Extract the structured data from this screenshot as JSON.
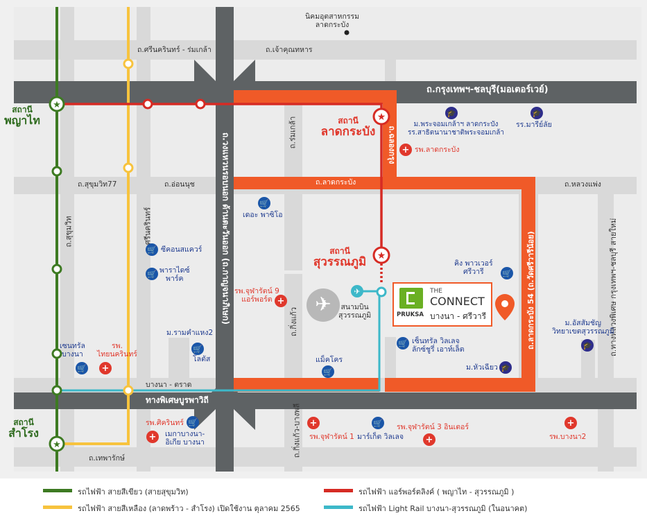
{
  "labels": {
    "industrial_estate": "นิคมอุตสาหกรรม\nลาดกระบัง",
    "srinakarin_romklao": "ถ.ศรีนครินทร์ - ร่มเกล้า",
    "chaokhun_thahan": "ถ.เจ้าคุณทหาร",
    "motorway": "ถ.กรุงเทพฯ-ชลบุรี(มอเตอร์เวย์)",
    "romklao": "ถ.ร่มเกล้า",
    "lat_krabang_rd_vertical": "ถ.ฉลองกรุง",
    "east_ring": "ถ.วงแหวนรอบนอก ด้านตะวันออก (ถ.กาญจนาภิเษก)",
    "sukhumvit77": "ถ.สุขุมวิท77",
    "on_nut": "ถ.อ่อนนุช",
    "lat_krabang_rd": "ถ.ลาดกระบัง",
    "luang_phaeng": "ถ.หลวงแพ่ง",
    "sukhumvit": "ถ.สุขุมวิท",
    "srinakarin": "ถ.ศรีนครินทร์",
    "lat_krabang_54": "ถ.ลาดกระบัง 54 (ถ.วัดศรีวารีน้อย)",
    "krungthep_chonburi_new": "ถ.ทางหลวงพิเศษ กรุงเทพฯ-ชลบุรี สายใหม่",
    "king_kaeo": "ถ.กิ่งแก้ว",
    "king_kaeo_bang_phli": "ถ.กิ่งแก้ว-บางพลี",
    "bangna_trat": "บางนา - ตราด",
    "burapha_withi": "ทางพิเศษบูรพาวิถี",
    "thepharak": "ถ.เทพารักษ์"
  },
  "stations": {
    "phaya_thai": {
      "top": "สถานี",
      "name": "พญาไท"
    },
    "lat_krabang": {
      "top": "สถานี",
      "name": "ลาดกระบัง"
    },
    "suvarnabhumi": {
      "top": "สถานี",
      "name": "สุวรรณภูมิ"
    },
    "samrong": {
      "top": "สถานี",
      "name": "สำโรง"
    }
  },
  "places": {
    "kmitl": "ม.พระจอมเกล้าฯ ลาดกระบัง\nรร.สาธิตนานาชาติพระจอมเกล้า",
    "mariasai": "รร.มารีย์ลัย",
    "lat_krabang_hospital": "รพ.ลาดกระบัง",
    "the_paseo": "เดอะ พาซิโอ",
    "seacon": "ซีคอนสแควร์",
    "paradise": "พาราไดซ์\nพาร์ค",
    "chularat9": "รพ.จุฬารัตน์ 9\nแอร์พอร์ต",
    "suvarnabhumi_airport": "สนามบิน\nสุวรรณภูมิ",
    "king_power": "คิง พาวเวอร์\nศรีวารี",
    "assumption": "ม.อัสสัมชัญ\nวิทยาเขตสุวรรณภูมิ",
    "ramkhamhaeng2": "ม.รามคำแหง2",
    "lotus": "โลตัส",
    "central_bangna": "เซนทรัล\nบางนา",
    "thainakarin": "รพ.\nไทยนครินทร์",
    "central_village": "เซ็นทรัล วิลเลจ\nลักซ์ชูรี่ เอาท์เล็ต",
    "makro": "แม็คโคร",
    "huachiew": "ม.หัวเฉียว",
    "sikarin": "รพ.ศิครินทร์",
    "mega_bangna": "เมกาบางนา-\nอิเกีย บางนา",
    "chularat1": "รพ.จุฬารัตน์ 1",
    "market_village": "มาร์เก็ต วิลเลจ",
    "chularat3": "รพ.จุฬารัตน์ 3 อินเตอร์",
    "bangna2": "รพ.บางนา2"
  },
  "project": {
    "brand": "PRUKSA",
    "the": "THE",
    "connect": "CONNECT",
    "sub": "บางนา - ศรีวารี"
  },
  "legend": [
    {
      "color": "#3d7a22",
      "label": "รถไฟฟ้า สายสีเขียว (สายสุขุมวิท)"
    },
    {
      "color": "#f7c33e",
      "label": "รถไฟฟ้า สายสีเหลือง (ลาดพร้าว - สำโรง) เปิดใช้งาน ตุลาคม 2565"
    },
    {
      "color": "#d62b24",
      "label": "รถไฟฟ้า แอร์พอร์ตลิงค์ ( พญาไท - สุวรรณภูมิ )"
    },
    {
      "color": "#3db8c9",
      "label": "รถไฟฟ้า Light Rail บางนา-สุวรรณภูมิ (ในอนาคต)"
    }
  ],
  "colors": {
    "road_major": "#5e6264",
    "road_minor": "#dcdcdc",
    "highlight": "#f05a28",
    "green_line": "#3d7a22",
    "yellow_line": "#f7c33e",
    "airport_link": "#d62b24",
    "light_rail": "#3db8c9"
  }
}
